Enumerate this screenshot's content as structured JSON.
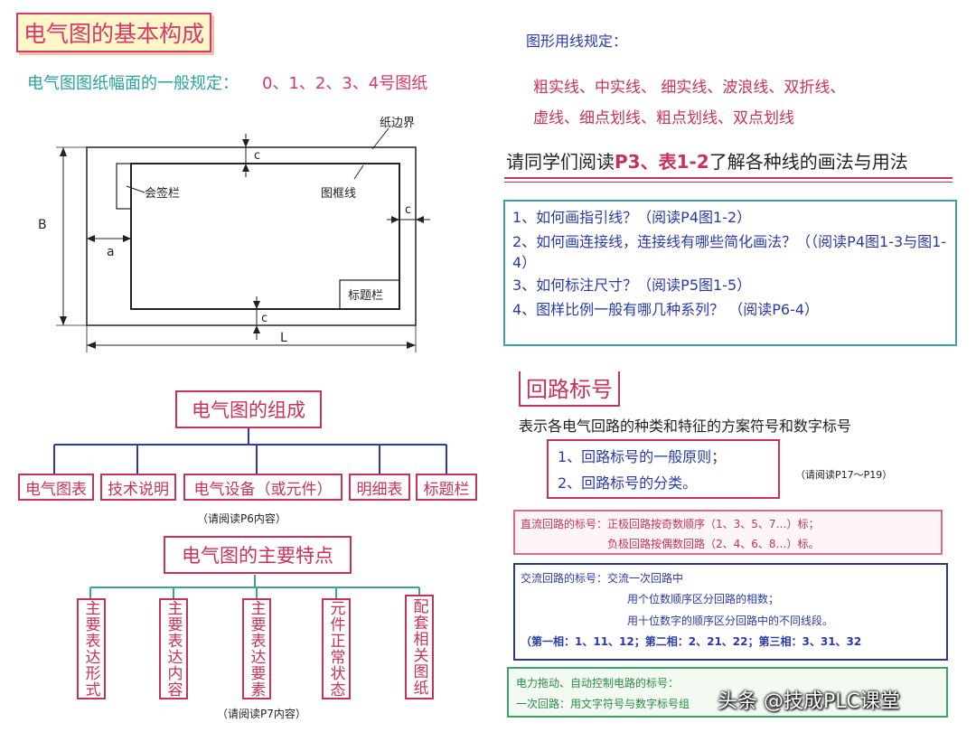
{
  "left": {
    "title": "电气图的基本构成",
    "paper_rule_label": "电气图图纸幅面的一般规定：",
    "paper_rule_values": "0、1、2、3、4号图纸",
    "drawing": {
      "paper_edge": "纸边界",
      "frame_line": "图框线",
      "sign_column": "会签栏",
      "title_block": "标题栏",
      "c_top": "c",
      "c_right": "c",
      "c_bottom": "c",
      "a": "a",
      "B": "B",
      "L": "L"
    },
    "composition": {
      "title": "电气图的组成",
      "items": [
        "电气图表",
        "技术说明",
        "电气设备（或元件）",
        "明细表",
        "标题栏"
      ],
      "note": "（请阅读P6内容）"
    },
    "features": {
      "title": "电气图的主要特点",
      "items": [
        "主要表达形式",
        "主要表达内容",
        "主要表达要素",
        "元件正常状态",
        "配套相关图纸"
      ],
      "note": "（请阅读P7内容）"
    }
  },
  "right": {
    "lines_heading": "图形用线规定：",
    "lines_row1": "粗实线、中实线、 细实线、波浪线、双折线、",
    "lines_row2": "虚线、细点划线、粗点划线、双点划线",
    "read_prefix": "请同学们阅读",
    "read_ref": "P3、表1-2",
    "read_suffix": "了解各种线的画法与用法",
    "questions": [
      "1、如何画指引线？（阅读P4图1-2）",
      "2、如何画连接线，连接线有哪些简化画法？（（阅读P4图1-3与图1-4）",
      "3、如何标注尺寸？（阅读P5图1-5）",
      "4、图样比例一般有哪几种系列？ （阅读P6-4）"
    ],
    "loop": {
      "title": "回路标号",
      "desc": "表示各电气回路的种类和特征的方案符号和数字标号",
      "items": [
        "1、回路标号的一般原则；",
        "2、回路标号的分类。"
      ],
      "note": "（请阅读P17～P19）"
    },
    "dc": {
      "line1": "直流回路的标号：正极回路按奇数顺序（1、3、5、7…）标；",
      "line2": "负极回路按偶数回路（2、4、6、8…）标。"
    },
    "ac": {
      "line1": "交流回路的标号：交流一次回路中",
      "line2": "用个位数顺序区分回路的相数；",
      "line3": "用十位数字的顺序区分回路中的不同线段。",
      "line4": "（第一相：1、11、12；第二相：2、21、22；第三相：3、31、32"
    },
    "ctrl": {
      "line1": "电力拖动、自动控制电路的标号：",
      "line2": "一次回路：用文字符号与数字标号组"
    },
    "watermark": "头条 @技成PLC课堂"
  }
}
